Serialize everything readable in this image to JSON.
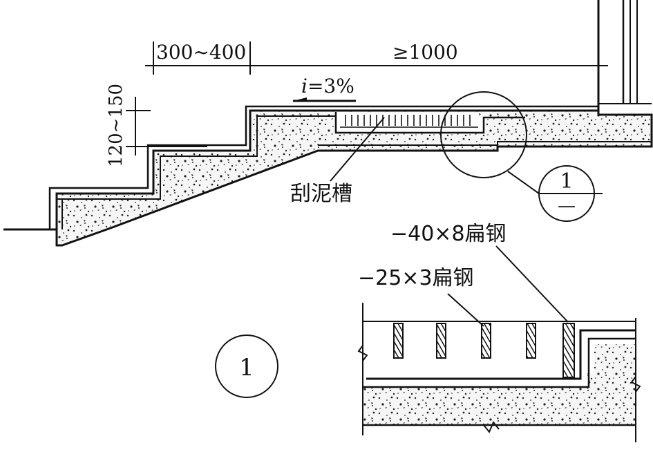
{
  "dimensions": {
    "tread_depth": "300~400",
    "landing_width": "≥1000",
    "riser_height": "120~150"
  },
  "slope_label": {
    "prefix": "i",
    "value": "=3%"
  },
  "labels": {
    "mud_groove": "刮泥槽",
    "flat_steel_large": "−40×8扁钢",
    "flat_steel_small": "−25×3扁钢"
  },
  "detail_marker": {
    "number": "1",
    "sheet": "—"
  },
  "detail_title": {
    "number": "1"
  },
  "colors": {
    "line": "#111111",
    "concrete_fill": "#f4f4f4",
    "background": "#ffffff"
  }
}
